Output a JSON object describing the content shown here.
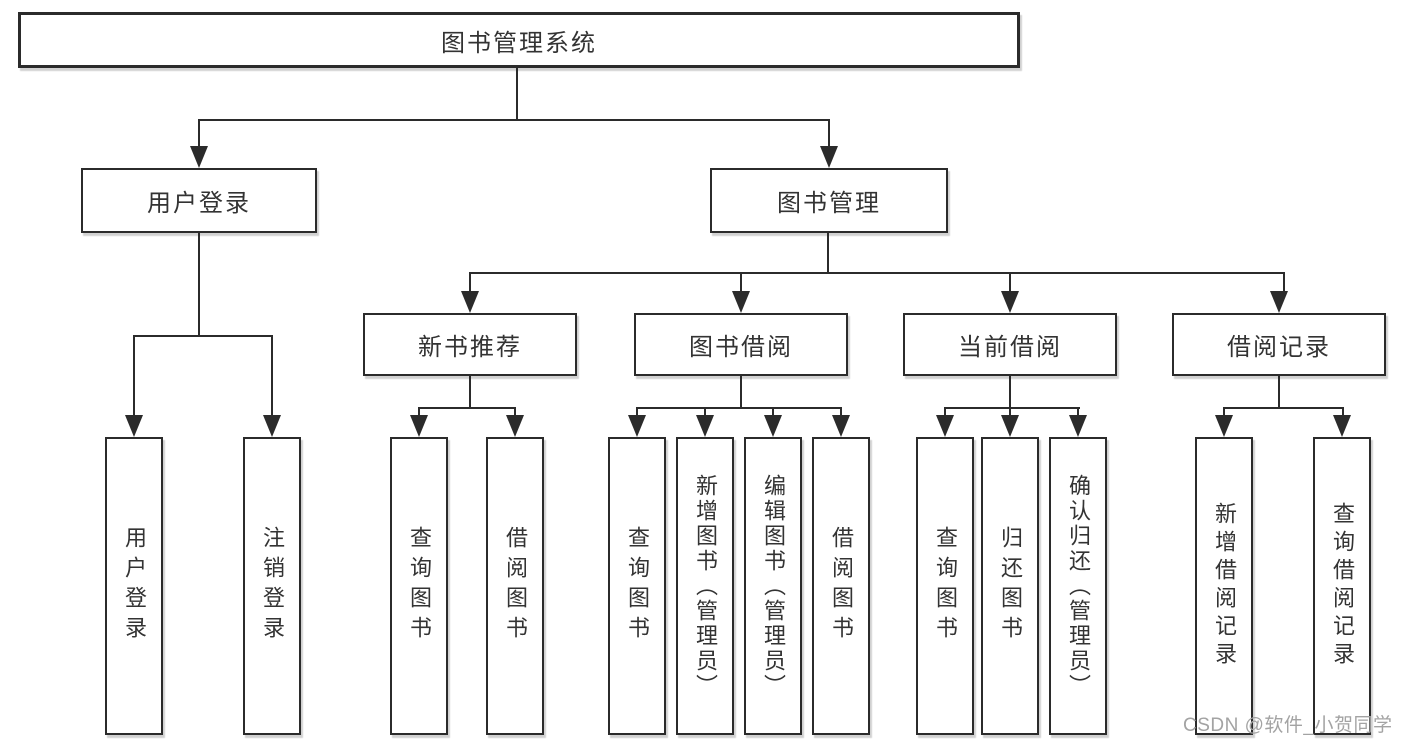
{
  "tree": {
    "root": "图书管理系统",
    "branches": [
      {
        "label": "用户登录",
        "children": [
          "用户登录",
          "注销登录"
        ]
      },
      {
        "label": "图书管理",
        "groups": [
          {
            "label": "新书推荐",
            "children": [
              "查询图书",
              "借阅图书"
            ]
          },
          {
            "label": "图书借阅",
            "children": [
              "查询图书",
              "新增图书（管理员）",
              "编辑图书（管理员）",
              "借阅图书"
            ]
          },
          {
            "label": "当前借阅",
            "children": [
              "查询图书",
              "归还图书",
              "确认归还（管理员）"
            ]
          },
          {
            "label": "借阅记录",
            "children": [
              "新增借阅记录",
              "查询借阅记录"
            ]
          }
        ]
      }
    ]
  },
  "watermark": "CSDN @软件_小贺同学",
  "colors": {
    "line": "#2b2b2b",
    "border": "#2b2b2b",
    "text": "#333333",
    "watermark": "#a3a3a3",
    "background": "#ffffff"
  }
}
